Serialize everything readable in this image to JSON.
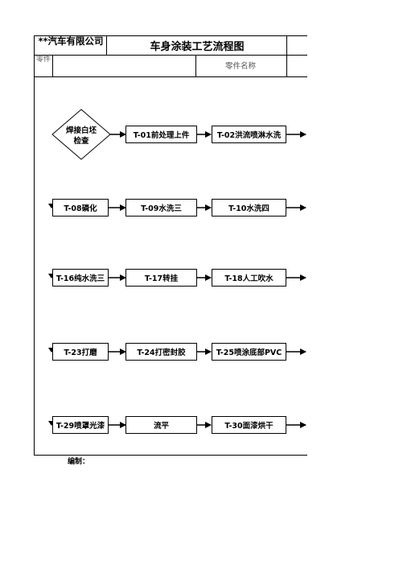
{
  "header": {
    "company": "**汽车有限公司",
    "title": "车身涂装工艺流程图",
    "part_label": "零件",
    "part_name_label": "零件名称"
  },
  "flow": {
    "start_node": "焊接白坯检查",
    "rows": [
      [
        "T-01前处理上件",
        "T-02洪流喷淋水洗"
      ],
      [
        "T-08磷化",
        "T-09水洗三",
        "T-10水洗四"
      ],
      [
        "T-16纯水洗三",
        "T-17转挂",
        "T-18人工吹水"
      ],
      [
        "T-23打磨",
        "T-24打密封胶",
        "T-25喷涂底部PVC"
      ],
      [
        "T-29喷罩光漆",
        "流平",
        "T-30面漆烘干"
      ]
    ]
  },
  "footer": {
    "author_label": "编制："
  }
}
